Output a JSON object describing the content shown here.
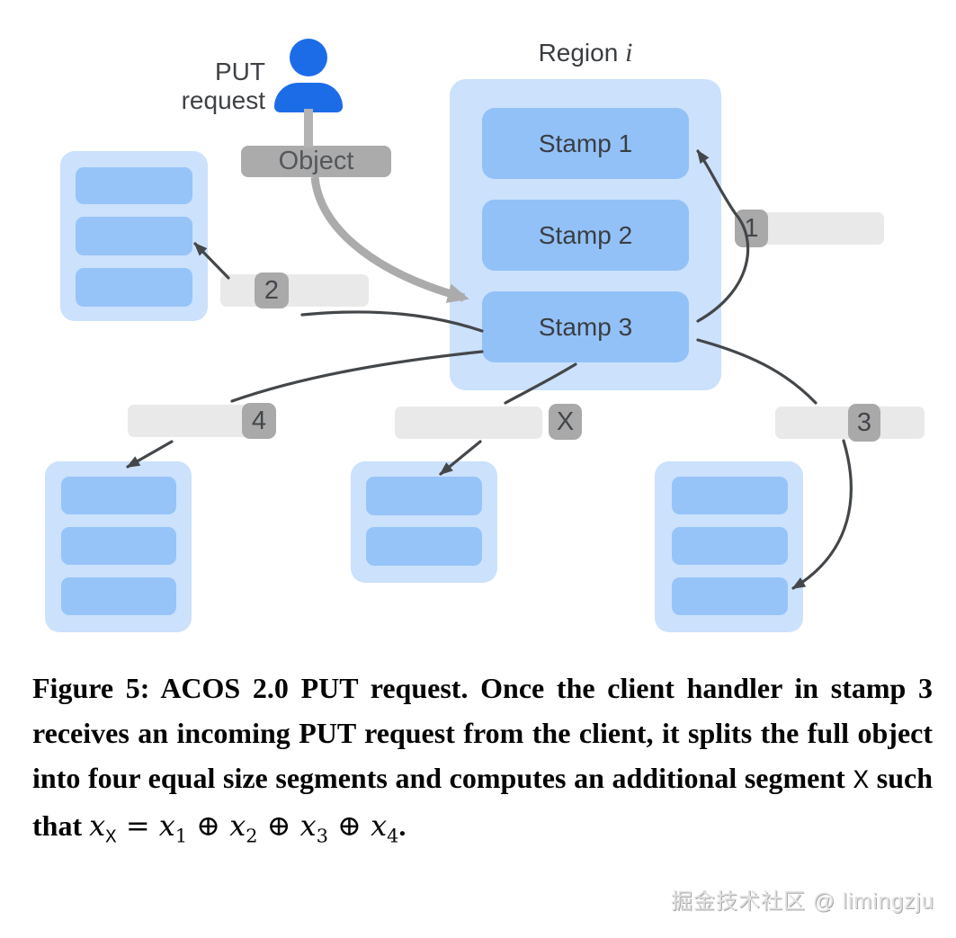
{
  "figure": {
    "put_request": {
      "line1": "PUT",
      "line2": "request"
    },
    "object_label": "Object",
    "region_label": {
      "prefix": "Region ",
      "var": "i"
    },
    "stamps": [
      {
        "label": "Stamp 1"
      },
      {
        "label": "Stamp 2"
      },
      {
        "label": "Stamp 3"
      }
    ],
    "segments": {
      "s1": "1",
      "s2": "2",
      "s3": "3",
      "s4": "4",
      "sx": "X"
    },
    "colors": {
      "person_blue": "#1C6CE8",
      "stamp_blue": "#92C1F8",
      "region_blue": "#CBE1FC",
      "label_gray": "#ABABAB",
      "segment_bar_gray": "#E9E9EA",
      "badge_gray": "#A9A9A9",
      "arrow_dark": "#44474A"
    }
  },
  "caption": {
    "text1": "Figure 5: ACOS 2.0 PUT request. Once the client handler in stamp 3 receives an incoming PUT request from the client, it splits the full object into four equal size segments and computes an additional segment ",
    "x_mono": "X",
    "text2": " such that ",
    "math": {
      "v1": "x",
      "s1": "X",
      "eq": " = ",
      "v2": "x",
      "s2": "1",
      "op1": " ⊕ ",
      "v3": "x",
      "s3": "2",
      "op2": " ⊕ ",
      "v4": "x",
      "s4": "3",
      "op3": " ⊕ ",
      "v5": "x",
      "s5": "4",
      "period": "."
    }
  },
  "watermark": "掘金技术社区 @ limingzju"
}
